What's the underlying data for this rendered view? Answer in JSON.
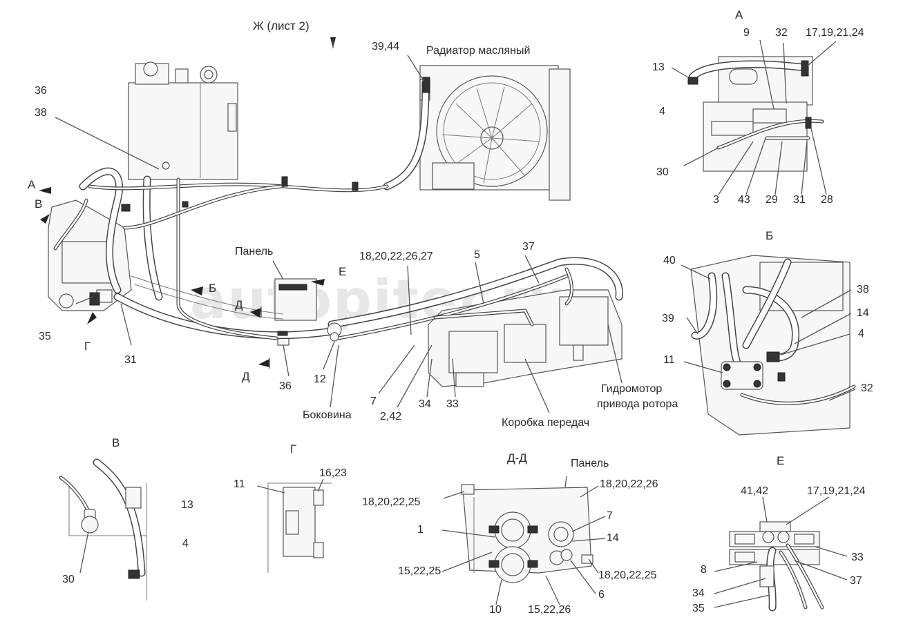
{
  "labels": {
    "view_zh": "Ж (лист 2)",
    "radiator": "Радиатор масляный",
    "panel": "Панель",
    "panel2": "Панель",
    "bokovina": "Боковина",
    "gearbox": "Коробка передач",
    "motor1": "Гидромотор",
    "motor2": "привода ротора",
    "watermark": "autopiter.ru"
  },
  "views": {
    "A_left": "А",
    "V_left": "В",
    "B_mid": "Б",
    "D_upper": "Д",
    "D_lower": "Д",
    "E_mid": "Е",
    "G_mid": "Г",
    "A_title": "А",
    "B_title": "Б",
    "V_title": "В",
    "G_title": "Г",
    "DD_title": "Д-Д",
    "E_title": "Е"
  },
  "callouts": {
    "c3944": "39,44",
    "c36a": "36",
    "c38a": "38",
    "c35": "35",
    "c31": "31",
    "c18": "18,20,22,26,27",
    "c5": "5",
    "c37": "37",
    "c36b": "36",
    "c12": "12",
    "c7": "7",
    "c242": "2,42",
    "c34": "34",
    "c33": "33",
    "a9": "9",
    "a32": "32",
    "a17": "17,19,21,24",
    "a13": "13",
    "a4": "4",
    "a30": "30",
    "a3": "3",
    "a43": "43",
    "a29": "29",
    "a31": "31",
    "a28": "28",
    "b40": "40",
    "b38": "38",
    "b39": "39",
    "b14": "14",
    "b4": "4",
    "b11": "11",
    "b32": "32",
    "v13": "13",
    "v4": "4",
    "v30": "30",
    "g11": "11",
    "g1623": "16,23",
    "d18a": "18,20,22,25",
    "d18b": "18,20,22,26",
    "d7": "7",
    "d1": "1",
    "d14": "14",
    "d15a": "15,22,25",
    "d18c": "18,20,22,25",
    "d6": "6",
    "d10": "10",
    "d15b": "15,22,26",
    "e4142": "41,42",
    "e17": "17,19,21,24",
    "e33": "33",
    "e8": "8",
    "e37": "37",
    "e34": "34",
    "e35": "35"
  }
}
